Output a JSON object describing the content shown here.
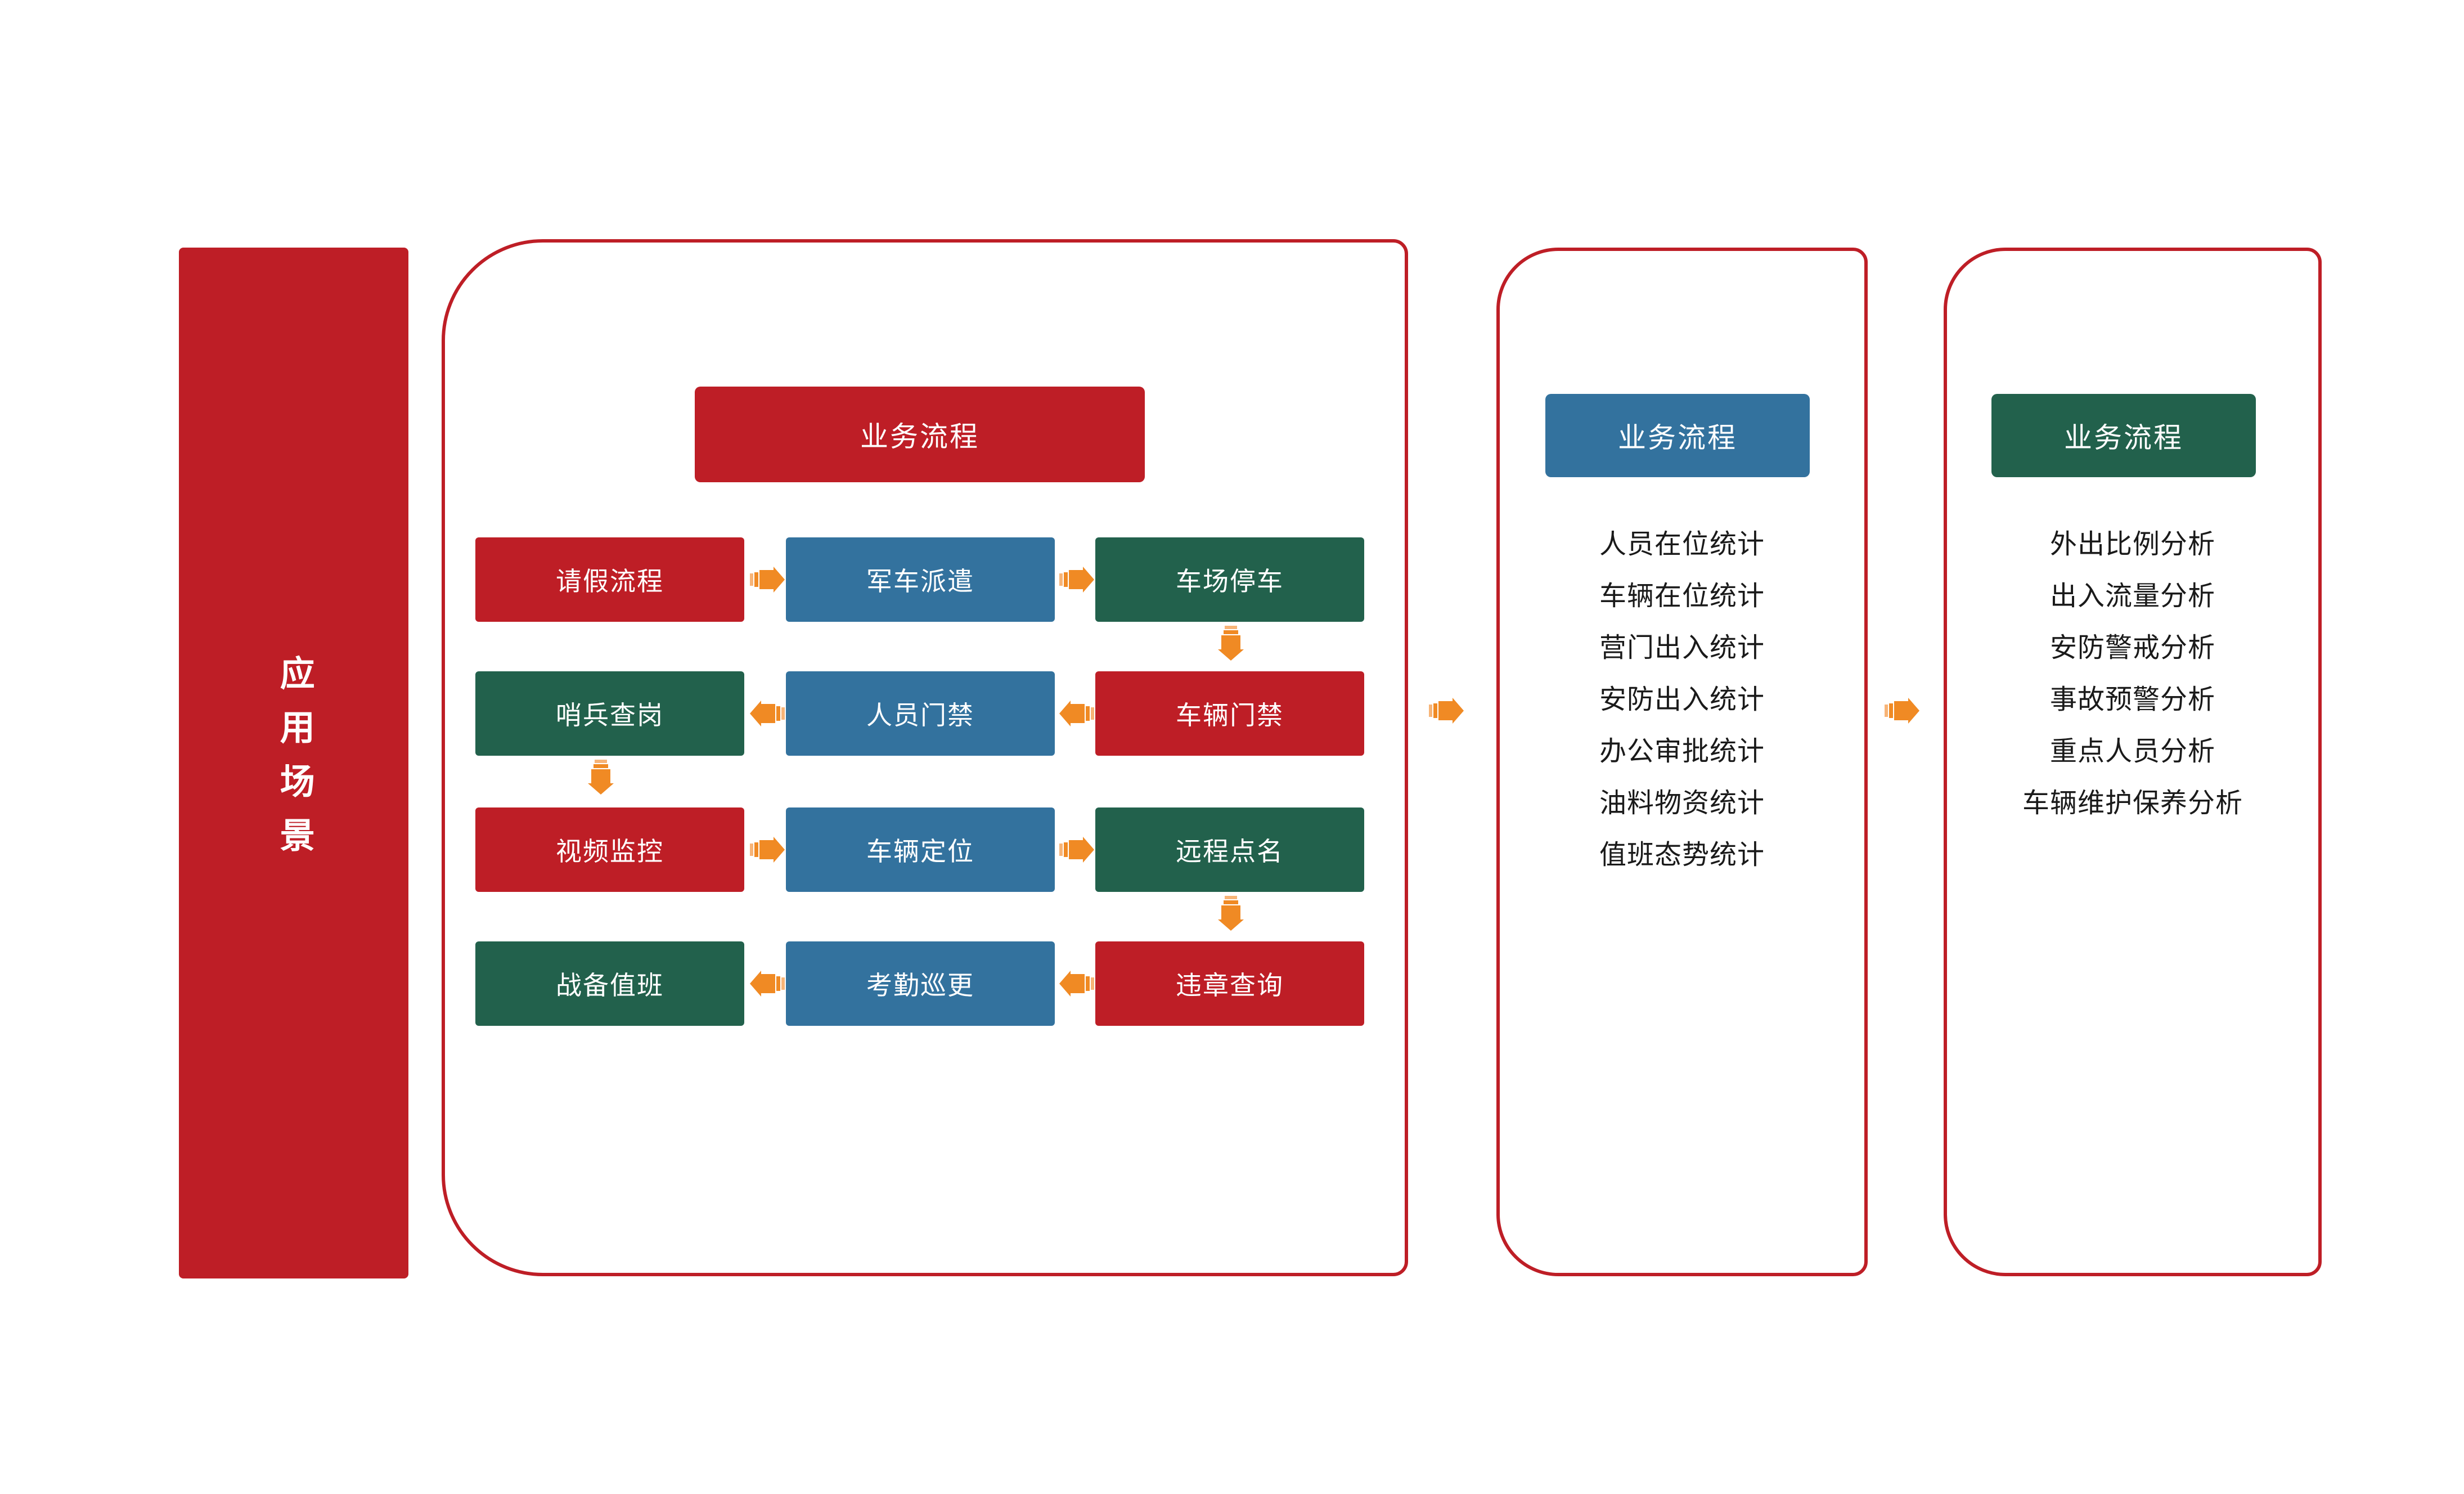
{
  "colors": {
    "red": "#BE1E26",
    "blue": "#33729E",
    "green": "#22614C",
    "orange": "#F08A24",
    "text_dark": "#1a1a1a",
    "white": "#FFFFFF"
  },
  "side_bar": {
    "label": "应用场景"
  },
  "main_panel": {
    "header": "业务流程",
    "rows": [
      {
        "boxes": [
          {
            "label": "请假流程",
            "color": "red"
          },
          {
            "label": "军车派遣",
            "color": "blue"
          },
          {
            "label": "车场停车",
            "color": "green"
          }
        ],
        "arrow_direction": "right"
      },
      {
        "boxes": [
          {
            "label": "哨兵查岗",
            "color": "green"
          },
          {
            "label": "人员门禁",
            "color": "blue"
          },
          {
            "label": "车辆门禁",
            "color": "red"
          }
        ],
        "arrow_direction": "left"
      },
      {
        "boxes": [
          {
            "label": "视频监控",
            "color": "red"
          },
          {
            "label": "车辆定位",
            "color": "blue"
          },
          {
            "label": "远程点名",
            "color": "green"
          }
        ],
        "arrow_direction": "right"
      },
      {
        "boxes": [
          {
            "label": "战备值班",
            "color": "green"
          },
          {
            "label": "考勤巡更",
            "color": "blue"
          },
          {
            "label": "违章查询",
            "color": "red"
          }
        ],
        "arrow_direction": "left"
      }
    ],
    "vertical_arrows": [
      {
        "from_row": 0,
        "to_row": 1,
        "column": "right",
        "direction": "down"
      },
      {
        "from_row": 1,
        "to_row": 2,
        "column": "left",
        "direction": "down"
      },
      {
        "from_row": 2,
        "to_row": 3,
        "column": "right",
        "direction": "down"
      }
    ]
  },
  "stats_panel": {
    "header": "业务流程",
    "items": [
      "人员在位统计",
      "车辆在位统计",
      "营门出入统计",
      "安防出入统计",
      "办公审批统计",
      "油料物资统计",
      "值班态势统计"
    ]
  },
  "analysis_panel": {
    "header": "业务流程",
    "items": [
      "外出比例分析",
      "出入流量分析",
      "安防警戒分析",
      "事故预警分析",
      "重点人员分析",
      "车辆维护保养分析"
    ]
  },
  "panel_arrows": [
    {
      "name": "main-to-stats",
      "direction": "right"
    },
    {
      "name": "stats-to-analysis",
      "direction": "right"
    }
  ]
}
